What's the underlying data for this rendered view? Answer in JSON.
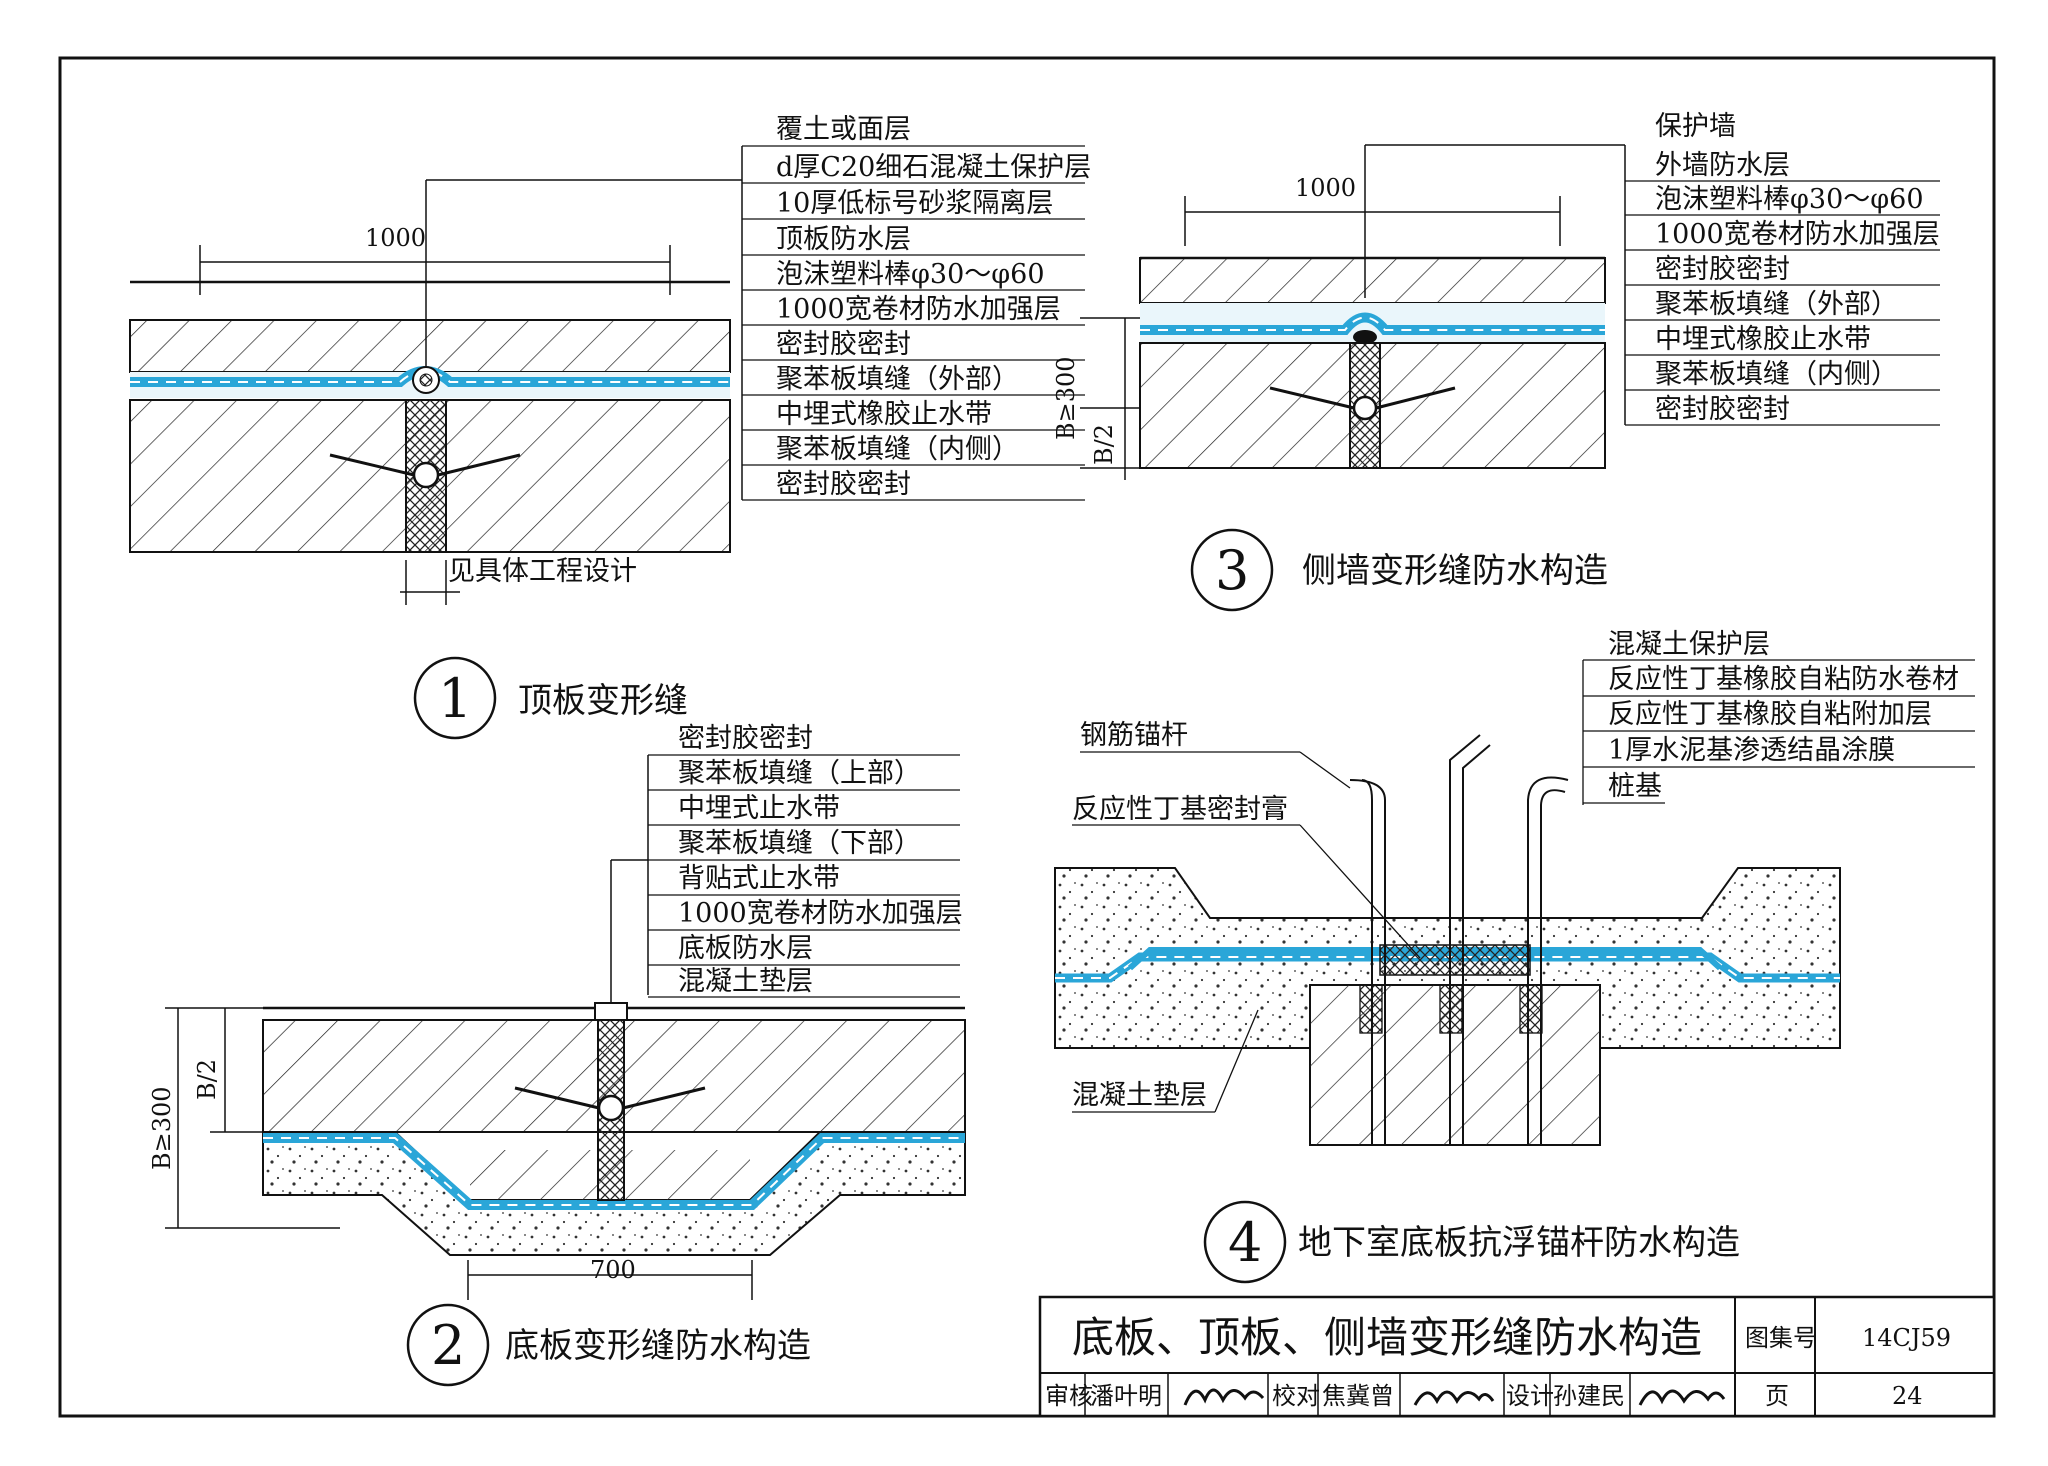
{
  "detail1": {
    "number": "1",
    "caption": "顶板变形缝",
    "dim_width": "1000",
    "note_below": "见具体工程设计",
    "labels": [
      "覆土或面层",
      "d厚C20细石混凝土保护层",
      "10厚低标号砂浆隔离层",
      "顶板防水层",
      "泡沫塑料棒φ30～φ60",
      "1000宽卷材防水加强层",
      "密封胶密封",
      "聚苯板填缝（外部）",
      "中埋式橡胶止水带",
      "聚苯板填缝（内侧）",
      "密封胶密封"
    ]
  },
  "detail2": {
    "number": "2",
    "caption": "底板变形缝防水构造",
    "dim_width": "700",
    "dim_b": "B≥300",
    "dim_half": "B/2",
    "labels": [
      "密封胶密封",
      "聚苯板填缝（上部）",
      "中埋式止水带",
      "聚苯板填缝（下部）",
      "背贴式止水带",
      "1000宽卷材防水加强层",
      "底板防水层",
      "混凝土垫层"
    ]
  },
  "detail3": {
    "number": "3",
    "caption": "侧墙变形缝防水构造",
    "dim_width": "1000",
    "dim_b": "B≥300",
    "dim_half": "B/2",
    "labels": [
      "保护墙",
      "外墙防水层",
      "泡沫塑料棒φ30～φ60",
      "1000宽卷材防水加强层",
      "密封胶密封",
      "聚苯板填缝（外部）",
      "中埋式橡胶止水带",
      "聚苯板填缝（内侧）",
      "密封胶密封"
    ]
  },
  "detail4": {
    "number": "4",
    "caption": "地下室底板抗浮锚杆防水构造",
    "labels_right": [
      "混凝土保护层",
      "反应性丁基橡胶自粘防水卷材",
      "反应性丁基橡胶自粘附加层",
      "1厚水泥基渗透结晶涂膜",
      "桩基"
    ],
    "label_rebar": "钢筋锚杆",
    "label_sealant": "反应性丁基密封膏",
    "label_cushion": "混凝土垫层"
  },
  "title_block": {
    "title": "底板、顶板、侧墙变形缝防水构造",
    "atlas_label": "图集号",
    "atlas_no": "14CJ59",
    "review_label": "审核",
    "reviewer": "潘叶明",
    "check_label": "校对",
    "checker": "焦冀曾",
    "design_label": "设计",
    "designer": "孙建民",
    "page_label": "页",
    "page_no": "24"
  },
  "colors": {
    "membrane": "#2aa6d8",
    "line": "#111111",
    "fill": "#eaf6fb"
  }
}
